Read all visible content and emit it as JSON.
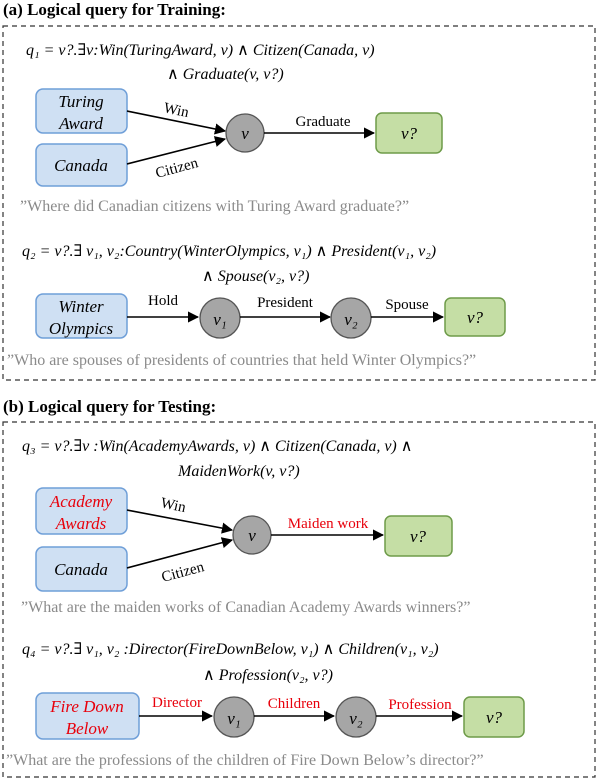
{
  "section_a": {
    "title": "(a) Logical query for Training:",
    "q1": {
      "formula_line1": "q₁ = v?.∃v:Win(TuringAward, v) ∧ Citizen(Canada, v)",
      "formula_line2": "∧ Graduate(v, v?)",
      "anchors": [
        [
          "Turing",
          "Award"
        ],
        [
          "Canada"
        ]
      ],
      "var_node": "v",
      "target_node": "v?",
      "edges": [
        "Win",
        "Citizen",
        "Graduate"
      ],
      "question": "”Where did Canadian citizens with Turing Award graduate?”"
    },
    "q2": {
      "formula_line1": "q₂ = v?.∃ v₁, v₂:Country(WinterOlympics, v₁) ∧ President(v₁, v₂)",
      "formula_line2": "∧ Spouse(v₂, v?)",
      "anchor": [
        "Winter",
        "Olympics"
      ],
      "nodes": [
        "v₁",
        "v₂",
        "v?"
      ],
      "edges": [
        "Hold",
        "President",
        "Spouse"
      ],
      "question": "”Who are spouses of presidents of countries that held Winter Olympics?”"
    }
  },
  "section_b": {
    "title": "(b) Logical query for Testing:",
    "q3": {
      "formula_line1": "q₃ = v?.∃v :Win(AcademyAwards, v) ∧ Citizen(Canada, v) ∧",
      "formula_line2": "MaidenWork(v, v?)",
      "anchors": [
        [
          "Academy",
          "Awards"
        ],
        [
          "Canada"
        ]
      ],
      "var_node": "v",
      "target_node": "v?",
      "edges": [
        "Win",
        "Citizen",
        "Maiden work"
      ],
      "question": "”What are the maiden works of Canadian Academy Awards winners?”"
    },
    "q4": {
      "formula_line1": "q₄ = v?.∃ v₁, v₂ :Director(FireDownBelow, v₁) ∧ Children(v₁, v₂)",
      "formula_line2": "∧ Profession(v₂, v?)",
      "anchor": [
        "Fire Down",
        "Below"
      ],
      "nodes": [
        "v₁",
        "v₂",
        "v?"
      ],
      "edges": [
        "Director",
        "Children",
        "Profession"
      ],
      "question": "”What are the professions of the children of Fire Down Below’s director?”"
    }
  },
  "colors": {
    "anchor_fill": "#cfe0f3",
    "anchor_stroke": "#6f9fd8",
    "var_fill": "#a6a6a6",
    "target_fill": "#c5dea5",
    "target_stroke": "#6e9b49",
    "highlight": "#e8000b",
    "caption": "#8a8a8a"
  }
}
